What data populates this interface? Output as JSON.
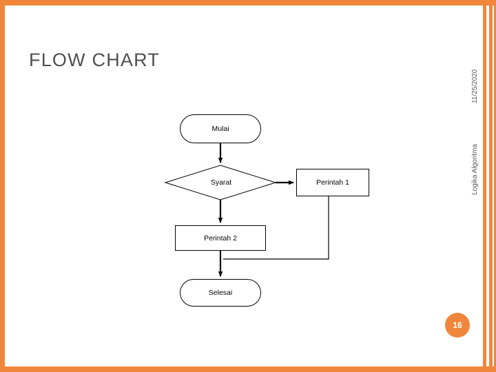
{
  "slide": {
    "title": "FLOW CHART",
    "date_text": "11/25/2020",
    "subject_text": "Logika Algoritma",
    "page_number": "16",
    "accent_color": "#F0863C",
    "title_color": "#4F4F4F"
  },
  "flowchart": {
    "type": "flowchart",
    "nodes": [
      {
        "id": "mulai",
        "label": "Mulai",
        "shape": "terminator"
      },
      {
        "id": "syarat",
        "label": "Syarat",
        "shape": "decision"
      },
      {
        "id": "perintah1",
        "label": "Perintah 1",
        "shape": "process"
      },
      {
        "id": "perintah2",
        "label": "Perintah 2",
        "shape": "process"
      },
      {
        "id": "selesai",
        "label": "Selesai",
        "shape": "terminator"
      }
    ],
    "edges": [
      {
        "from": "mulai",
        "to": "syarat",
        "label": ""
      },
      {
        "from": "syarat",
        "to": "perintah1",
        "label": ""
      },
      {
        "from": "syarat",
        "to": "perintah2",
        "label": ""
      },
      {
        "from": "perintah2",
        "to": "selesai",
        "label": ""
      },
      {
        "from": "perintah1",
        "to": "selesai",
        "label": ""
      }
    ]
  }
}
